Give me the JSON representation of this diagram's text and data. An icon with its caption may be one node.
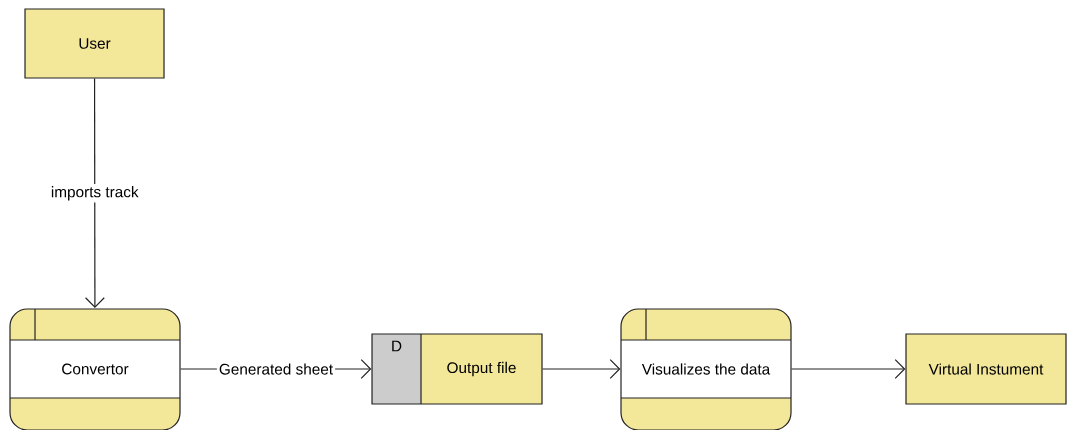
{
  "diagram": {
    "nodes": [
      {
        "text": [
          "User"
        ]
      },
      {
        "text": [
          "Convertor"
        ]
      },
      {
        "text": [
          "D",
          "Output file"
        ]
      },
      {
        "text": [
          "Visualizes the data"
        ]
      },
      {
        "text": [
          "Virtual Instument"
        ]
      }
    ],
    "edges": [
      {
        "from": 0,
        "to": 1,
        "arrow": "to",
        "label": "imports track"
      },
      {
        "from": 1,
        "to": 2,
        "arrow": "to",
        "label": "Generated sheet"
      },
      {
        "from": 2,
        "to": 3,
        "arrow": "to"
      },
      {
        "from": 3,
        "to": 4,
        "arrow": "to"
      }
    ]
  }
}
